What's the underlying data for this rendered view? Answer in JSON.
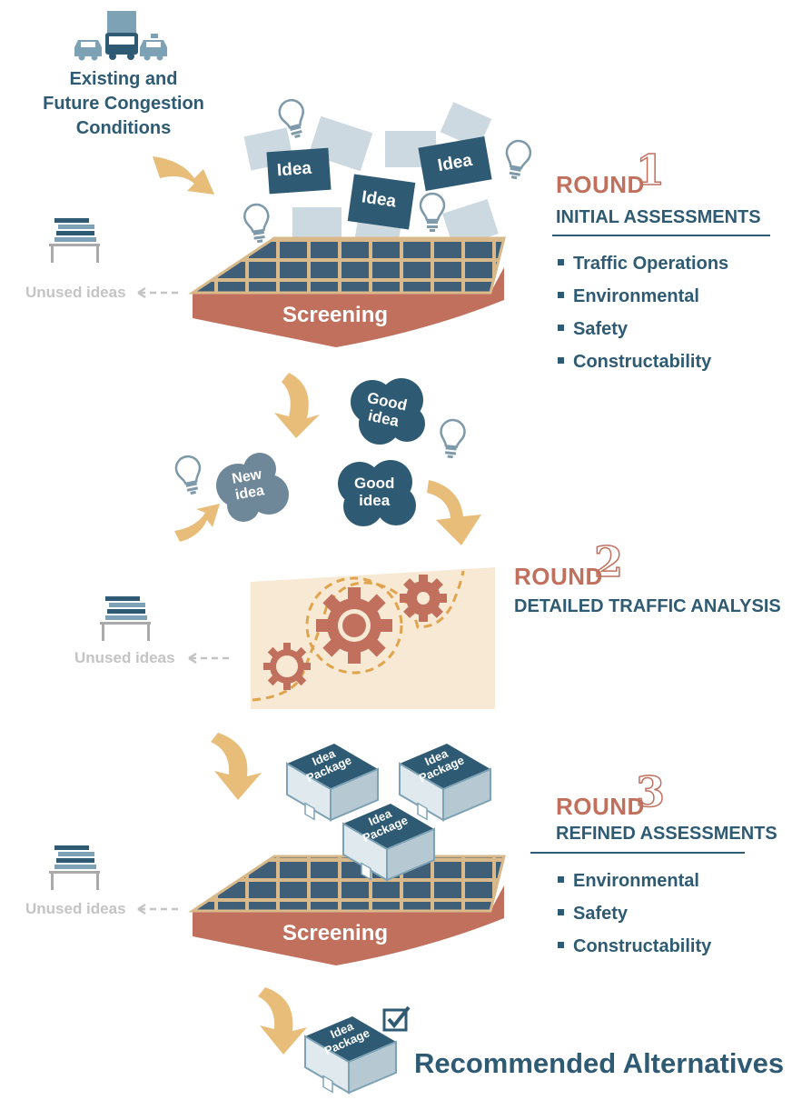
{
  "source": {
    "label": "Existing and\nFuture Congestion\nConditions"
  },
  "ideas": {
    "idea_label": "Idea",
    "good_idea_label": "Good\nidea",
    "new_idea_label": "New\nidea",
    "package_label": "Idea\nPackage"
  },
  "screening_label": "Screening",
  "unused_label": "Unused ideas",
  "rounds": [
    {
      "word": "ROUND",
      "number": "1",
      "title": "INITIAL ASSESSMENTS",
      "criteria": [
        "Traffic Operations",
        "Environmental",
        "Safety",
        "Constructability"
      ]
    },
    {
      "word": "ROUND",
      "number": "2",
      "title": "DETAILED TRAFFIC ANALYSIS",
      "criteria": []
    },
    {
      "word": "ROUND",
      "number": "3",
      "title": "REFINED ASSESSMENTS",
      "criteria": [
        "Environmental",
        "Safety",
        "Constructability"
      ]
    }
  ],
  "result": {
    "label": "Recommended Alternatives"
  },
  "colors": {
    "navy": "#2e5b73",
    "rust": "#c0705d",
    "tan": "#e8bd7a",
    "paper": "#ccd9e0",
    "grey": "#c4c4c4",
    "panel": "#f8e9d4",
    "gear": "#c0705d"
  },
  "icons": [
    "car-icon",
    "truck-icon",
    "taxi-icon",
    "lightbulb-icon",
    "gear-icon",
    "checkbox-icon",
    "package-icon",
    "stack-icon",
    "arrow-icon"
  ]
}
